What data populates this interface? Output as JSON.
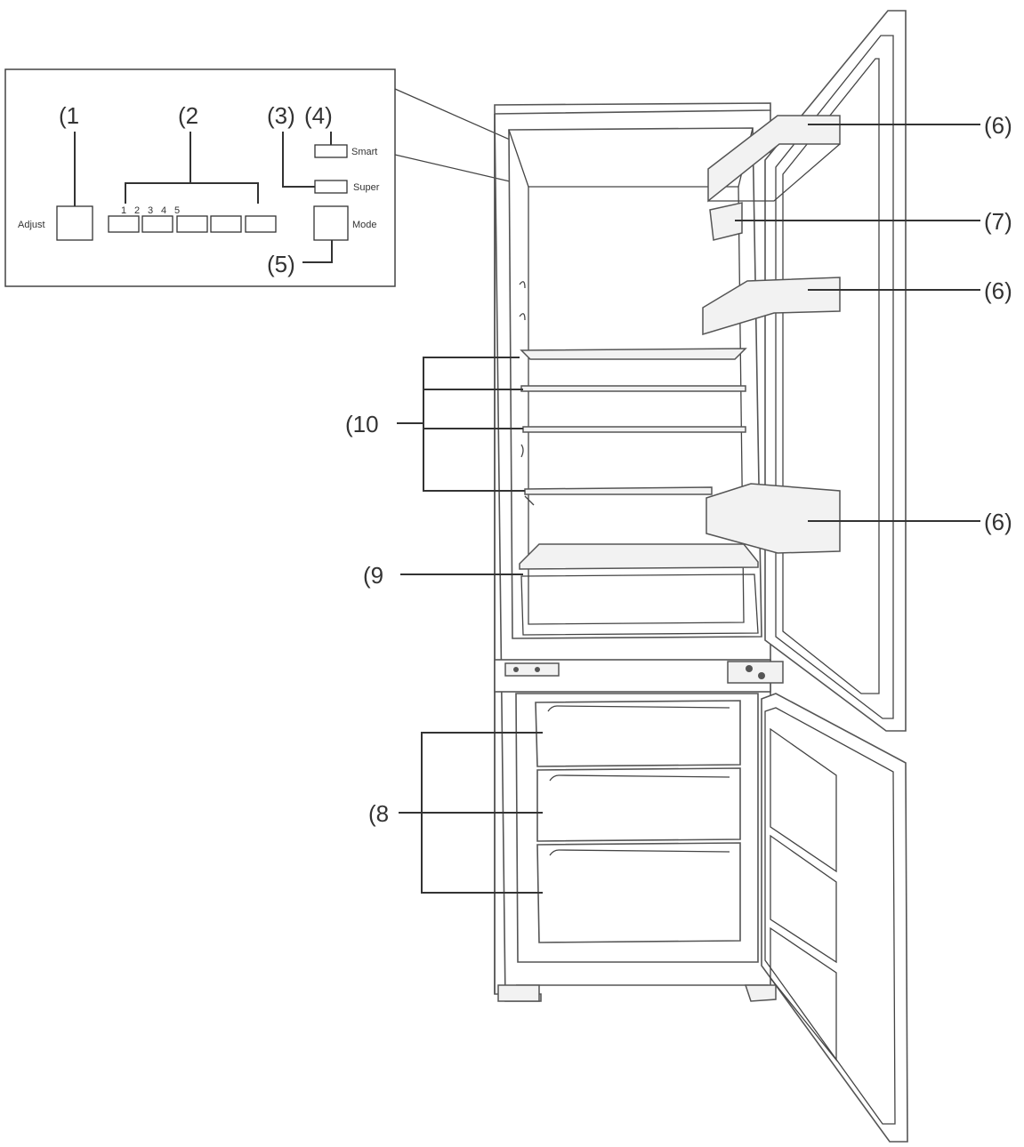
{
  "callouts": {
    "c1": "(1",
    "c2": "(2",
    "c3": "(3)",
    "c4": "(4)",
    "c5": "(5)",
    "c6a": "(6)",
    "c6b": "(6)",
    "c6c": "(6)",
    "c7": "(7)",
    "c8": "(8",
    "c9": "(9",
    "c10": "(10"
  },
  "panel": {
    "adjust_label": "Adjust",
    "smart_label": "Smart",
    "super_label": "Super",
    "mode_label": "Mode",
    "digits": [
      "1",
      "2",
      "3",
      "4",
      "5"
    ]
  }
}
